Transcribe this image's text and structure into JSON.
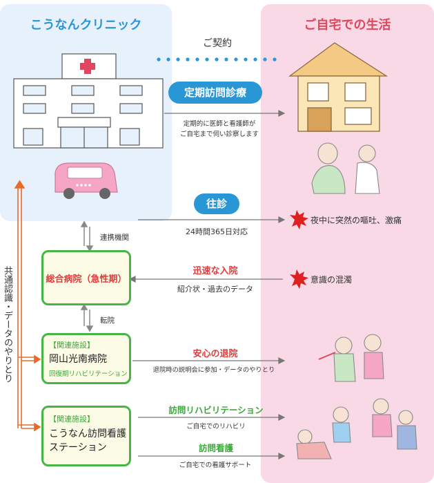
{
  "panels": {
    "clinic_title": "こうなんクリニック",
    "home_title": "ご自宅での生活"
  },
  "contract_label": "ご契約",
  "services": {
    "regular_visit": {
      "badge": "定期訪問診療",
      "desc_line1": "定期的に医師と看護師が",
      "desc_line2": "ご自宅まで伺い診察します"
    },
    "house_call": {
      "badge": "往診",
      "desc": "24時間365日対応"
    }
  },
  "symptoms": {
    "night": "夜中に突然の嘔吐、激痛",
    "consciousness": "意識の混濁"
  },
  "links": {
    "cooperation": "連携機関",
    "transfer": "転院",
    "shared_info": "共通認識・データのやりとり"
  },
  "nodes": {
    "general_hospital": {
      "title": "総合病院（急性期）"
    },
    "okayama": {
      "tag": "【関連施設】",
      "title": "岡山光南病院",
      "sub": "回復期リハビリテーション"
    },
    "station": {
      "tag": "【関連施設】",
      "title_line1": "こうなん訪問看護",
      "title_line2": "ステーション"
    }
  },
  "flows": {
    "admission": {
      "title": "迅速な入院",
      "desc": "紹介状・過去のデータ"
    },
    "discharge": {
      "title": "安心の退院",
      "desc": "退院時の説明会に参加・データのやりとり"
    },
    "visit_rehab": {
      "title": "訪問リハビリテーション",
      "desc": "ご自宅でのリハビリ"
    },
    "visit_nursing": {
      "title": "訪問看護",
      "desc": "ご自宅での看護サポート"
    }
  },
  "colors": {
    "clinic_blue": "#2b95d6",
    "home_pink": "#e0475f",
    "node_green": "#45b545",
    "alert_red": "#e02020",
    "link_orange": "#e86a2a"
  },
  "icons": {
    "clinic": "clinic-building-icon",
    "car": "car-icon",
    "house": "house-icon",
    "alert": "alert-burst-icon"
  }
}
